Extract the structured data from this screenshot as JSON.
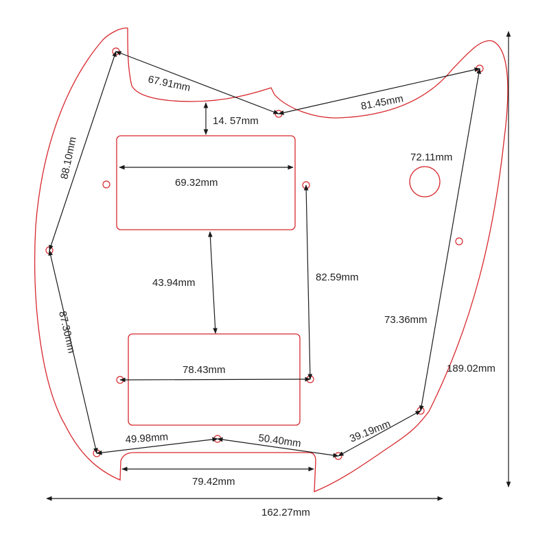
{
  "colors": {
    "outline": "#d7262b",
    "dimension": "#1a1a1a",
    "text": "#222222",
    "background": "#ffffff"
  },
  "dimensions": {
    "hole_top_left_to_top_center": "67.91mm",
    "hole_top_center_to_top_right": "81.45mm",
    "top_edge_to_pickup": "14. 57mm",
    "control_hole_diameter": "72.11mm",
    "left_upper_span": "88.10mm",
    "neck_pickup_width": "69.32mm",
    "pickup_gap": "43.94mm",
    "right_inner_span": "82.59mm",
    "right_lower_span": "73.36mm",
    "left_lower_span": "87.30mm",
    "bridge_pickup_width": "78.43mm",
    "overall_height": "189.02mm",
    "bottom_right_span": "39.19mm",
    "bottom_left_span": "49.98mm",
    "bottom_center_span": "50.40mm",
    "bottom_cutout_width": "79.42mm",
    "overall_width": "162.27mm"
  }
}
